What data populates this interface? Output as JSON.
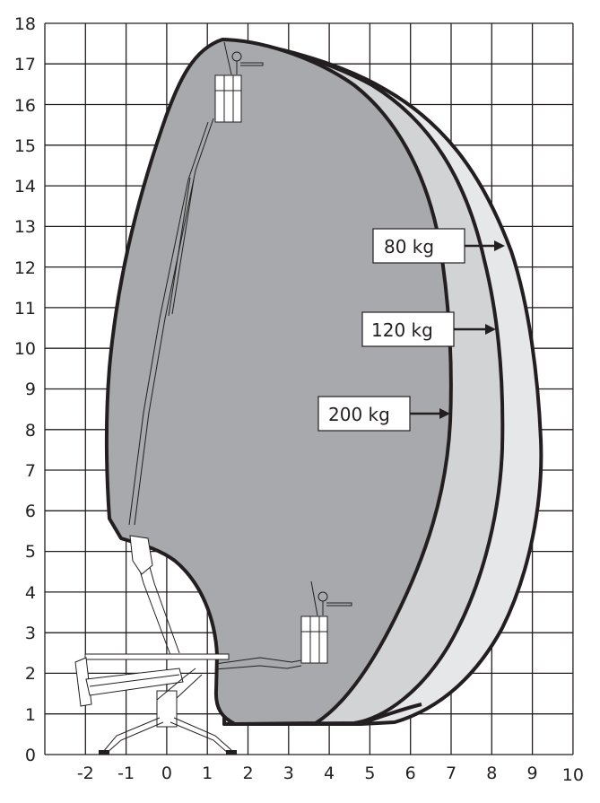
{
  "chart_data": {
    "type": "area",
    "title": "",
    "subtitle": "",
    "xlabel": "",
    "ylabel": "",
    "x_ticks": [
      "-2",
      "-1",
      "0",
      "1",
      "2",
      "3",
      "4",
      "5",
      "6",
      "7",
      "8",
      "9",
      "10"
    ],
    "y_ticks": [
      "0",
      "1",
      "2",
      "3",
      "4",
      "5",
      "6",
      "7",
      "8",
      "9",
      "10",
      "11",
      "12",
      "13",
      "14",
      "15",
      "16",
      "17",
      "18"
    ],
    "xlim": [
      -3,
      10
    ],
    "ylim": [
      0,
      18
    ],
    "grid": true,
    "legend_position": "none (inline callout labels with arrows)",
    "description": "Working envelope diagram of a spider/tracked aerial work platform showing maximum reach vs height for three basket loads.",
    "series": [
      {
        "name": "200 kg",
        "fill": "#a7a9ac",
        "max_height_m": 17.6,
        "max_outreach_m": 6.9,
        "outline": [
          [
            -2.4,
            5.8
          ],
          [
            -2.5,
            7.5
          ],
          [
            -2.4,
            9.3
          ],
          [
            -2.0,
            11.5
          ],
          [
            -1.5,
            14
          ],
          [
            -0.9,
            16
          ],
          [
            -0.3,
            17.1
          ],
          [
            0.2,
            17.6
          ],
          [
            1.3,
            17.5
          ],
          [
            2.5,
            16.9
          ],
          [
            3.6,
            16.1
          ],
          [
            4.5,
            15.2
          ],
          [
            5.3,
            14.0
          ],
          [
            6.0,
            12.7
          ],
          [
            6.5,
            11.2
          ],
          [
            6.8,
            9.5
          ],
          [
            6.9,
            8.1
          ],
          [
            6.8,
            6.5
          ],
          [
            6.4,
            4.9
          ],
          [
            5.8,
            3.3
          ],
          [
            5.2,
            2.1
          ],
          [
            4.6,
            1.2
          ],
          [
            3.9,
            0.8
          ],
          [
            2.7,
            0.7
          ],
          [
            1.6,
            0.7
          ],
          [
            1.2,
            1.0
          ],
          [
            1.2,
            2.3
          ],
          [
            1.0,
            3.8
          ],
          [
            0.6,
            4.5
          ],
          [
            -0.1,
            5.0
          ],
          [
            -1.0,
            5.3
          ],
          [
            -2.0,
            5.5
          ]
        ]
      },
      {
        "name": "120 kg",
        "fill": "#d1d3d4",
        "max_height_m": 17.5,
        "max_outreach_m": 8.1,
        "outline": [
          [
            2.5,
            16.9
          ],
          [
            3.7,
            16.4
          ],
          [
            4.8,
            15.6
          ],
          [
            5.7,
            14.6
          ],
          [
            6.5,
            13.3
          ],
          [
            7.2,
            11.8
          ],
          [
            7.8,
            10.1
          ],
          [
            8.1,
            8.3
          ],
          [
            8.0,
            6.8
          ],
          [
            7.6,
            5.1
          ],
          [
            7.1,
            3.6
          ],
          [
            6.5,
            2.5
          ],
          [
            5.8,
            1.6
          ],
          [
            4.8,
            0.8
          ],
          [
            3.7,
            0.7
          ],
          [
            2.7,
            0.7
          ]
        ]
      },
      {
        "name": "80 kg",
        "fill": "#e6e7e8",
        "max_height_m": 17.5,
        "max_outreach_m": 9.1,
        "outline": [
          [
            3.0,
            16.8
          ],
          [
            4.2,
            16.2
          ],
          [
            5.3,
            15.4
          ],
          [
            6.3,
            14.4
          ],
          [
            7.3,
            13.0
          ],
          [
            8.1,
            11.4
          ],
          [
            8.7,
            9.6
          ],
          [
            9.1,
            7.7
          ],
          [
            9.1,
            6.0
          ],
          [
            8.7,
            4.2
          ],
          [
            8.1,
            2.7
          ],
          [
            7.3,
            1.6
          ],
          [
            6.4,
            1.0
          ],
          [
            5.6,
            0.7
          ],
          [
            4.8,
            0.7
          ]
        ]
      }
    ],
    "annotations": [
      {
        "text": "80 kg",
        "arrow_to": [
          8.3,
          12.5
        ]
      },
      {
        "text": "120 kg",
        "arrow_to": [
          8.0,
          10.4
        ]
      },
      {
        "text": "200 kg",
        "arrow_to": [
          6.8,
          8.4
        ]
      }
    ]
  },
  "labels": {
    "kg80": "80 kg",
    "kg120": "120 kg",
    "kg200": "200 kg"
  },
  "axes": {
    "x": [
      "-2",
      "-1",
      "0",
      "1",
      "2",
      "3",
      "4",
      "5",
      "6",
      "7",
      "8",
      "9",
      "10"
    ],
    "y": [
      "0",
      "1",
      "2",
      "3",
      "4",
      "5",
      "6",
      "7",
      "8",
      "9",
      "10",
      "11",
      "12",
      "13",
      "14",
      "15",
      "16",
      "17",
      "18"
    ]
  }
}
